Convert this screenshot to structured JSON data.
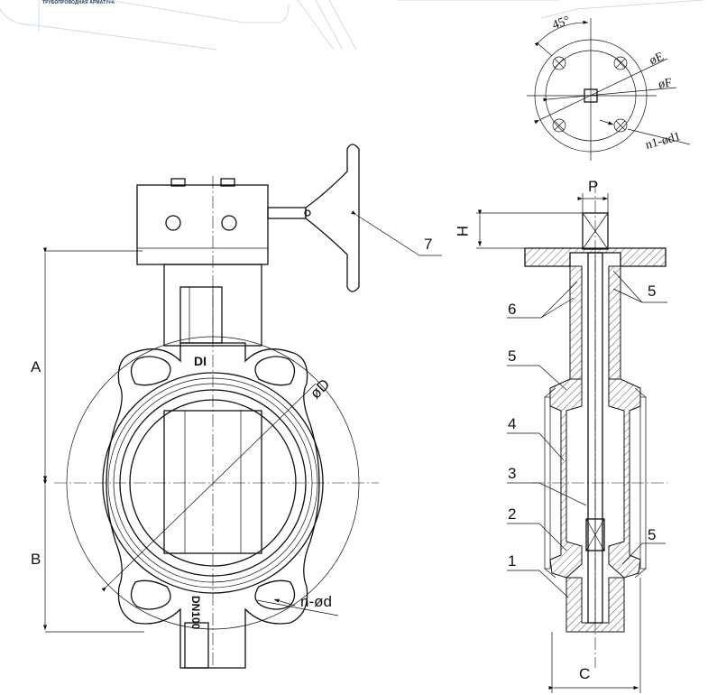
{
  "brand": {
    "tagline": "ТРУБОПРОВОДНАЯ АРМАТУРА"
  },
  "front_view": {
    "dim_A": "A",
    "dim_B": "B",
    "dim_D": "øD",
    "dim_holes": "n-ød",
    "body_mark_top": "DI",
    "body_mark_bottom": "DN100",
    "callout_gear": "7"
  },
  "flange_detail": {
    "angle": "45°",
    "dim_E": "øE",
    "dim_F": "øF",
    "dim_holes": "n1-ød1"
  },
  "side_view": {
    "dim_P": "P",
    "dim_H": "H",
    "dim_C": "C",
    "callouts": [
      "6",
      "5",
      "5",
      "4",
      "3",
      "2",
      "5",
      "1"
    ]
  }
}
